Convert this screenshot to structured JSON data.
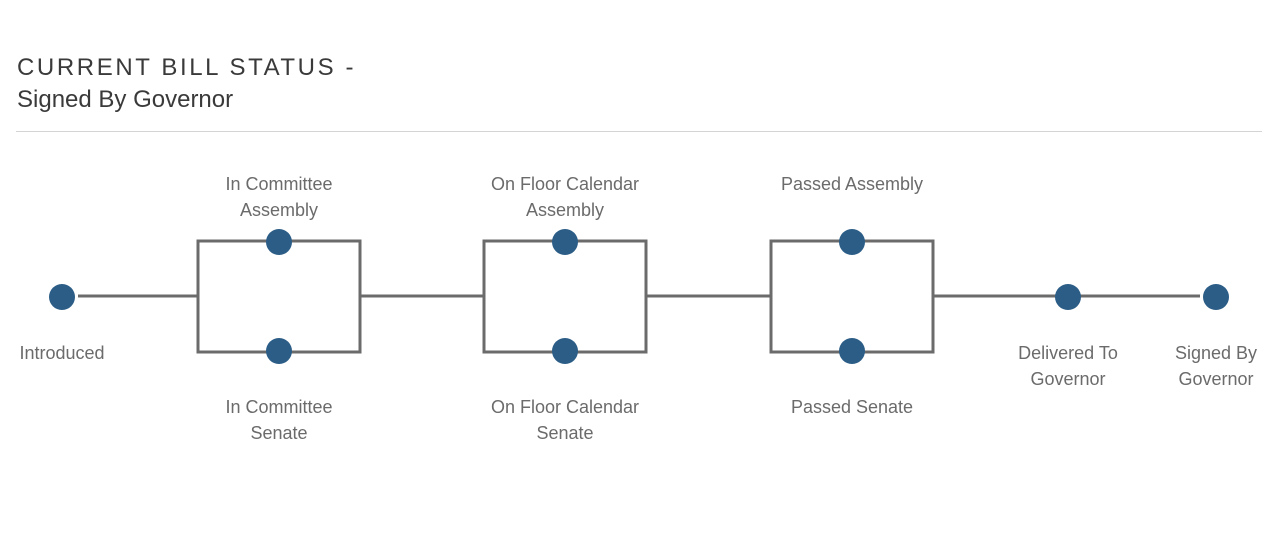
{
  "header": {
    "title": "CURRENT BILL STATUS -",
    "status": "Signed By Governor"
  },
  "colors": {
    "node": "#2b5d87",
    "line": "#6b6b6b",
    "text": "#6b6b6b",
    "heading": "#3a3a3a",
    "divider": "#d4d4d4"
  },
  "stages": {
    "introduced": {
      "line1": "Introduced"
    },
    "committee_assembly": {
      "line1": "In Committee",
      "line2": "Assembly"
    },
    "committee_senate": {
      "line1": "In Committee",
      "line2": "Senate"
    },
    "floor_assembly": {
      "line1": "On Floor Calendar",
      "line2": "Assembly"
    },
    "floor_senate": {
      "line1": "On Floor Calendar",
      "line2": "Senate"
    },
    "passed_assembly": {
      "line1": "Passed Assembly"
    },
    "passed_senate": {
      "line1": "Passed Senate"
    },
    "delivered": {
      "line1": "Delivered To",
      "line2": "Governor"
    },
    "signed": {
      "line1": "Signed By",
      "line2": "Governor"
    }
  }
}
